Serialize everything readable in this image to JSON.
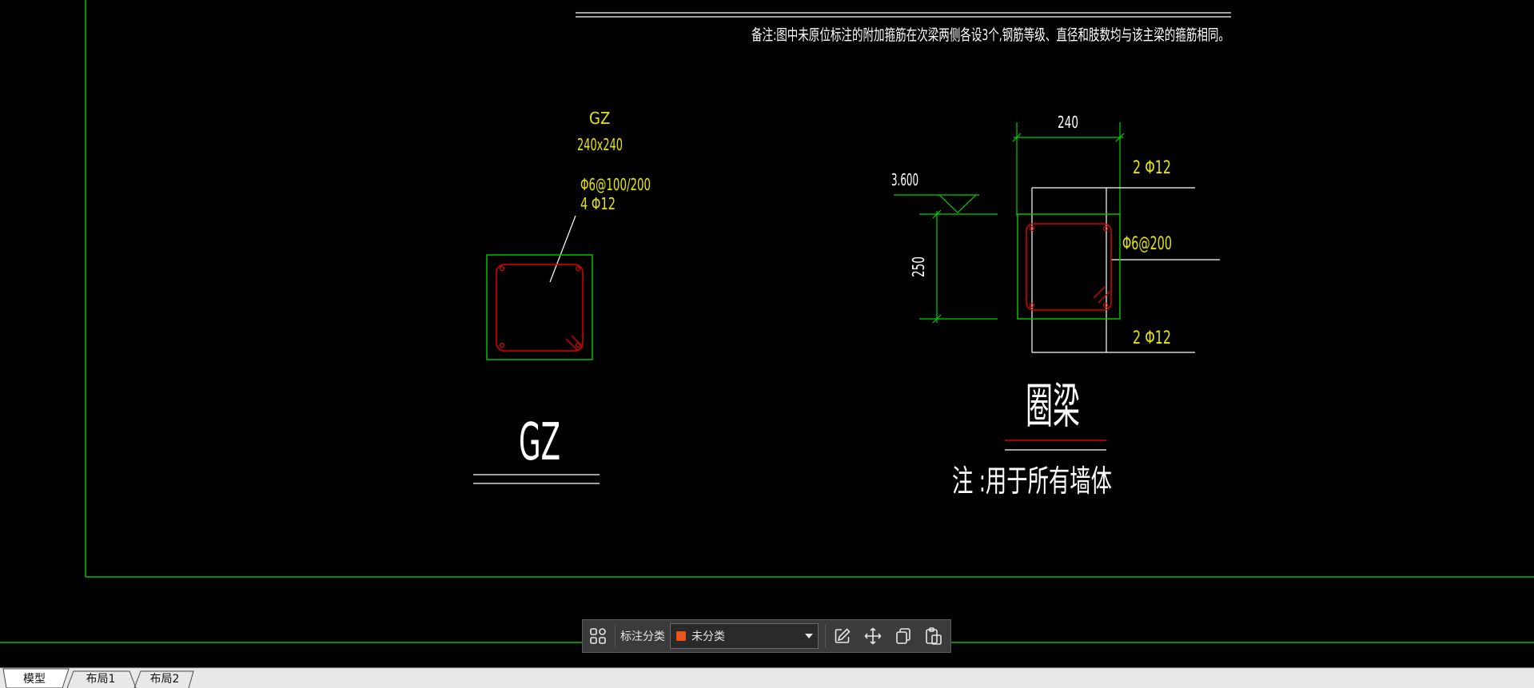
{
  "colors": {
    "background": "#000000",
    "frame": "#00c000",
    "dimension": "#00d000",
    "rebar": "#e00000",
    "text_yellow": "#e6e600",
    "text_white": "#ffffff",
    "swatch": "#e8561a"
  },
  "drawing": {
    "note_top": "备注:图中未原位标注的附加箍筋在次梁两侧各设3个,钢筋等级、直径和肢数均与该主梁的箍筋相同。",
    "gz": {
      "name": "GZ",
      "size": "240x240",
      "stirrup": "Φ6@100/200",
      "main_bars": "4 Φ12",
      "title": "GZ"
    },
    "ring_beam": {
      "width_dim": "240",
      "height_dim": "250",
      "elevation": "3.600",
      "top_bars": "2 Φ12",
      "stirrup": "Φ6@200",
      "bottom_bars": "2 Φ12",
      "title": "圈梁",
      "note": "注 :用于所有墙体"
    }
  },
  "toolbar": {
    "layout_icon": "grid-layout-icon",
    "label": "标注分类",
    "category_value": "未分类",
    "edit_icon": "edit-icon",
    "move_icon": "move-icon",
    "copy_icon": "copy-icon",
    "paste_icon": "paste-icon"
  },
  "tabs": [
    {
      "label": "模型",
      "active": true
    },
    {
      "label": "布局1",
      "active": false
    },
    {
      "label": "布局2",
      "active": false
    }
  ]
}
